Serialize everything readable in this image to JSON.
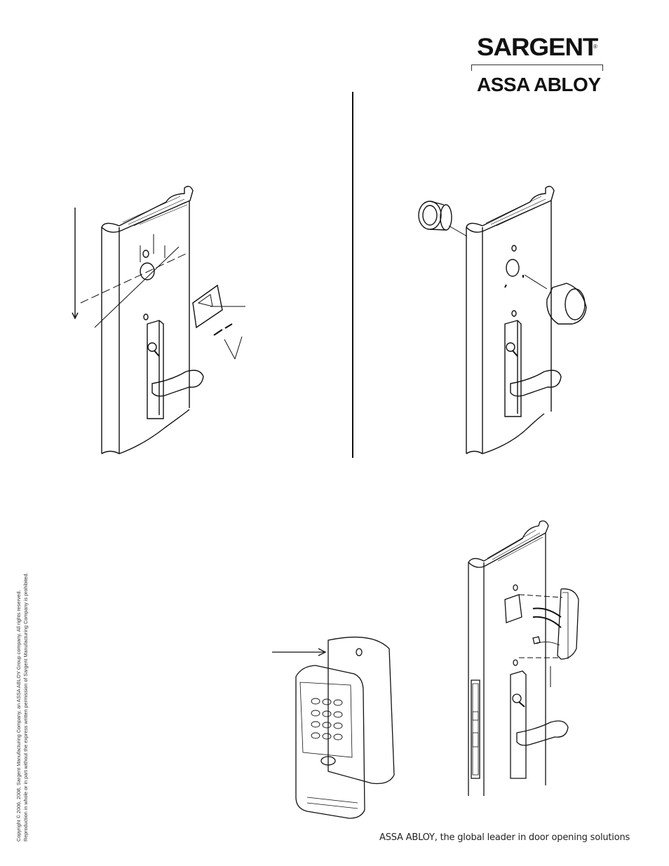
{
  "logo": {
    "brand_primary": "SARGENT",
    "registered_mark": "®",
    "brand_secondary": "ASSA ABLOY"
  },
  "footer": {
    "copyright_line1": "Copyright © 2006, 2008, Sargent Manufacturing Company, an ASSA ABLOY Group company. All rights reserved.",
    "copyright_line2": "Reproduction in whole or in part without the express written permission of Sargent Manufacturing Company is prohibited.",
    "tagline": "ASSA ABLOY, the global leader in door opening solutions"
  },
  "illustrations": [
    {
      "icon": "door-template-mounting-icon"
    },
    {
      "icon": "cylinder-bushing-icon"
    },
    {
      "icon": "keypad-trim-gasket-icon"
    },
    {
      "icon": "trim-cable-assembly-icon"
    }
  ]
}
